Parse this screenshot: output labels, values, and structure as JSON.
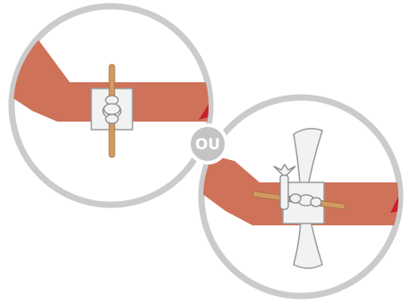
{
  "separator": {
    "label": "OU"
  },
  "colors": {
    "circle_border": "#cbcbcb",
    "limb_fill": "#cf725a",
    "wound_red": "#c8202c",
    "bandage_fill": "#f2f2f2",
    "bandage_stroke": "#9a9a9a",
    "stick_fill": "#d39a64",
    "ou_badge": "#c4c4c4",
    "ou_text": "#ffffff"
  },
  "illustrations": [
    {
      "name": "tourniquet-vertical-stick",
      "icon": "tourniquet-with-windlass-icon"
    },
    {
      "name": "tourniquet-horizontal-stick-with-strap",
      "icon": "tourniquet-with-windlass-and-strap-icon"
    }
  ]
}
